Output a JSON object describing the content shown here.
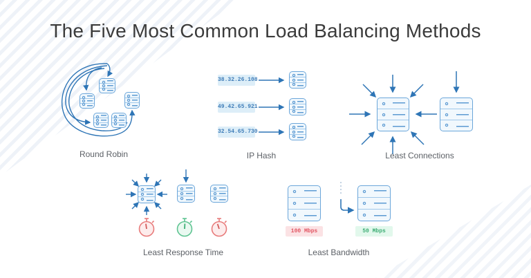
{
  "title": "The Five Most Common Load Balancing Methods",
  "sections": {
    "round_robin": {
      "label": "Round Robin"
    },
    "ip_hash": {
      "label": "IP Hash",
      "ips": [
        "38.32.26.108",
        "49.42.65.921",
        "32.54.65.730"
      ]
    },
    "least_connections": {
      "label": "Least Connections"
    },
    "least_response_time": {
      "label": "Least Response Time"
    },
    "least_bandwidth": {
      "label": "Least Bandwidth",
      "high_load": "100 Mbps",
      "low_load": "50 Mbps"
    }
  },
  "colors": {
    "arrow_blue": "#2e75b6",
    "server_border": "#6ba6da",
    "server_fill": "#f1f8fd",
    "title_text": "#3b3b3b",
    "label_text": "#5c6066",
    "ip_text": "#3e7cb8",
    "ip_bg": "#ddeef8",
    "bandwidth_high_text": "#e25563",
    "bandwidth_high_bg": "#fbe2e4",
    "bandwidth_low_text": "#3fae76",
    "bandwidth_low_bg": "#e2f8ec",
    "stopwatch_red": "#e87b7b",
    "stopwatch_green": "#5fc492"
  }
}
